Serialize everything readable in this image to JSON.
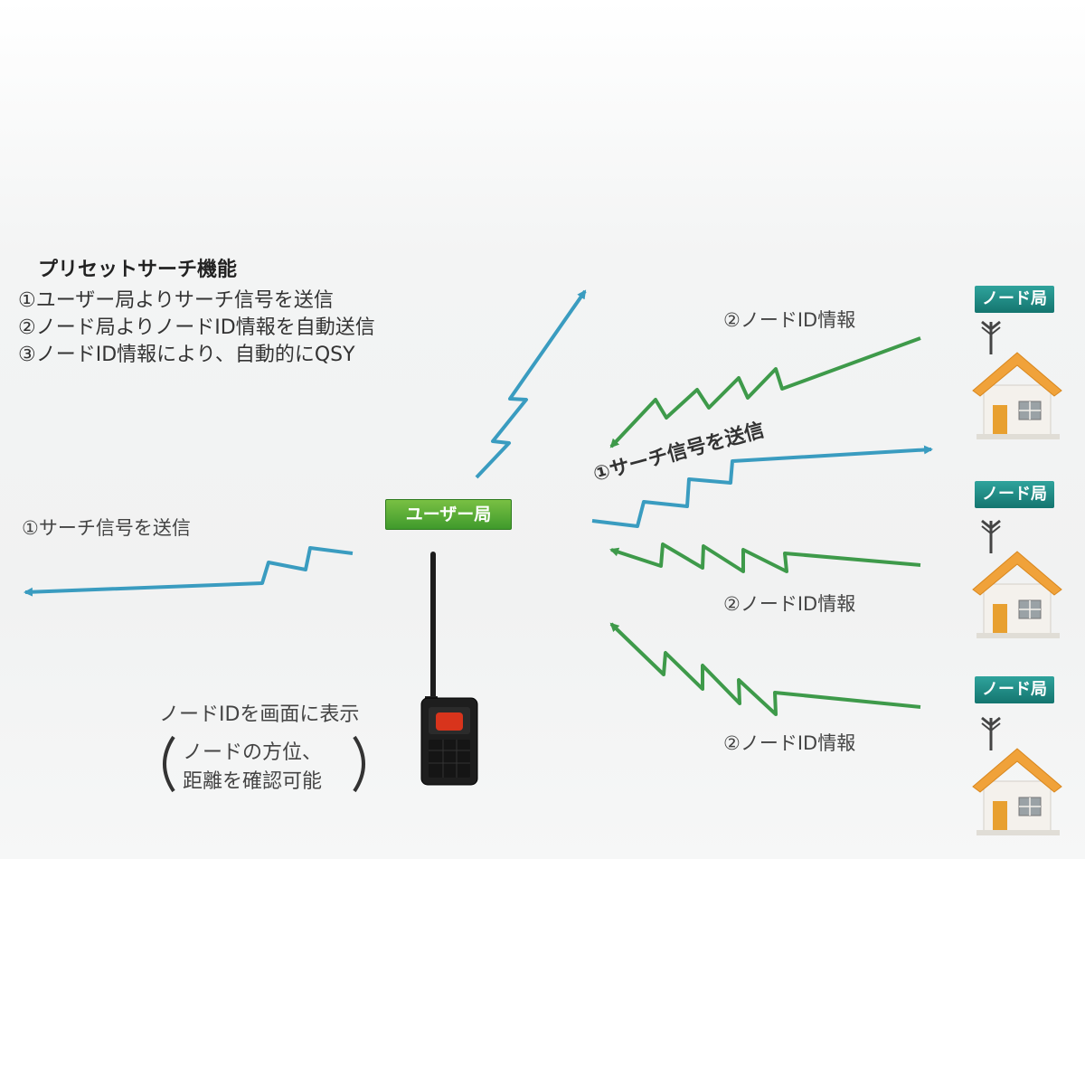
{
  "legend": {
    "heading": "プリセットサーチ機能",
    "steps": [
      "①ユーザー局よりサーチ信号を送信",
      "②ノード局よりノードID情報を自動送信",
      "③ノードID情報により、自動的にQSY"
    ]
  },
  "labels": {
    "user_station": "ユーザー局",
    "search_left": "①サーチ信号を送信",
    "search_right": "①サーチ信号を送信",
    "node_info_top": "②ノードID情報",
    "node_info_mid": "②ノードID情報",
    "node_info_bottom": "②ノードID情報",
    "display_line1": "ノードIDを画面に表示",
    "display_line2": "ノードの方位、",
    "display_line3": "距離を確認可能"
  },
  "nodes": [
    {
      "tag": "ノード局"
    },
    {
      "tag": "ノード局"
    },
    {
      "tag": "ノード局"
    }
  ],
  "colors": {
    "search_signal": "#3a9cc0",
    "node_signal": "#3e9a4a",
    "user_tag": "#4aa533",
    "node_tag": "#1a8a83"
  }
}
